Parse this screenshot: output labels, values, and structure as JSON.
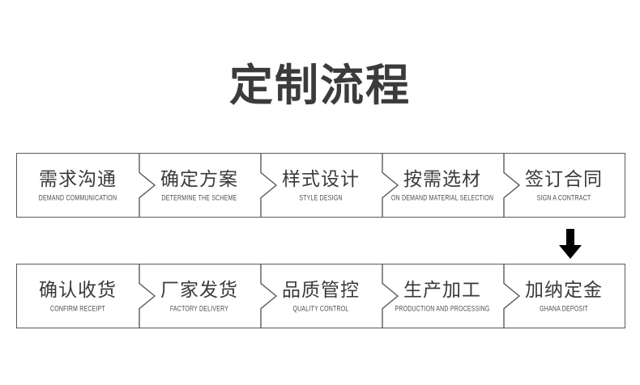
{
  "page": {
    "title": "定制流程",
    "background_color": "#ffffff",
    "border_color": "#5a5a5a",
    "text_color": "#3a3a3a",
    "arrow_color": "#000000"
  },
  "flow": {
    "rows": [
      {
        "steps": [
          {
            "cn": "需求沟通",
            "en": "DEMAND COMMUNICATION"
          },
          {
            "cn": "确定方案",
            "en": "DETERMINE THE SCHEME"
          },
          {
            "cn": "样式设计",
            "en": "STYLE DESIGN"
          },
          {
            "cn": "按需选材",
            "en": "ON DEMAND MATERIAL SELECTION"
          },
          {
            "cn": "签订合同",
            "en": "SIGN A CONTRACT"
          }
        ]
      },
      {
        "steps": [
          {
            "cn": "确认收货",
            "en": "CONFIRM RECEIPT"
          },
          {
            "cn": "厂家发货",
            "en": "FACTORY DELIVERY"
          },
          {
            "cn": "品质管控",
            "en": "QUALITY CONTROL"
          },
          {
            "cn": "生产加工",
            "en": "PRODUCTION AND PROCESSING"
          },
          {
            "cn": "加纳定金",
            "en": "GHANA DEPOSIT"
          }
        ]
      }
    ]
  },
  "connector": {
    "down_arrow_icon": "arrow-down-icon",
    "chevron_icon": "chevron-right-icon"
  }
}
